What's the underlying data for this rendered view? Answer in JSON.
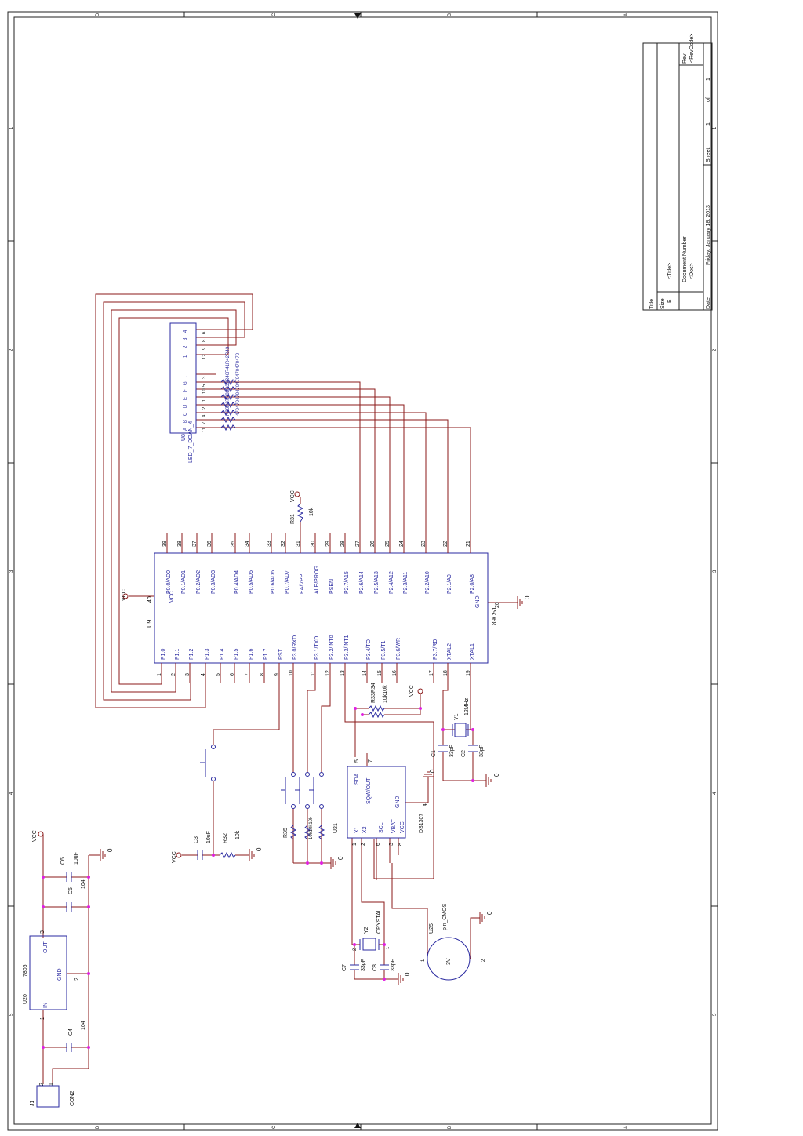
{
  "zones": {
    "cols": [
      "D",
      "C",
      "B",
      "A"
    ],
    "rows": [
      "1",
      "2",
      "3",
      "4",
      "5"
    ]
  },
  "title_block": {
    "title_label": "Title",
    "title": "<Title>",
    "size_label": "Size",
    "size": "B",
    "doc_label": "Document Number",
    "doc": "<Doc>",
    "rev_label": "Rev",
    "rev": "<RevCode>",
    "date_label": "Date:",
    "date": "Friday, January 18, 2013",
    "sheet_label": "Sheet",
    "sheet": "1",
    "of": "of",
    "sheet_total": "1"
  },
  "u9": {
    "ref": "U9",
    "part": "89C51",
    "vcc_label": "VCC",
    "vcc_pin": "40",
    "gnd_label": "GND",
    "gnd_pin": "20",
    "vcc_net": "VCC",
    "gnd_net": "0",
    "top_pins": [
      {
        "num": "39",
        "label": "P0.0/AD0"
      },
      {
        "num": "38",
        "label": "P0.1/AD1"
      },
      {
        "num": "37",
        "label": "P0.2/AD2"
      },
      {
        "num": "36",
        "label": "P0.3/AD3"
      },
      {
        "num": "35",
        "label": "P0.4/AD4"
      },
      {
        "num": "34",
        "label": "P0.5/AD5"
      },
      {
        "num": "33",
        "label": "P0.6/AD6"
      },
      {
        "num": "32",
        "label": "P0.7/AD7"
      },
      {
        "num": "31",
        "label": "EA/VPP"
      },
      {
        "num": "30",
        "label": "ALE/PROG"
      },
      {
        "num": "29",
        "label": "PSEN"
      },
      {
        "num": "28",
        "label": "P2.7/A15"
      },
      {
        "num": "27",
        "label": "P2.6/A14"
      },
      {
        "num": "26",
        "label": "P2.5/A13"
      },
      {
        "num": "25",
        "label": "P2.4/A12"
      },
      {
        "num": "24",
        "label": "P2.3/A11"
      },
      {
        "num": "23",
        "label": "P2.2/A10"
      },
      {
        "num": "22",
        "label": "P2.1/A9"
      },
      {
        "num": "21",
        "label": "P2.0/A8"
      }
    ],
    "bottom_pins": [
      {
        "num": "1",
        "label": "P1.0"
      },
      {
        "num": "2",
        "label": "P1.1"
      },
      {
        "num": "3",
        "label": "P1.2"
      },
      {
        "num": "4",
        "label": "P1.3"
      },
      {
        "num": "5",
        "label": "P1.4"
      },
      {
        "num": "6",
        "label": "P1.5"
      },
      {
        "num": "7",
        "label": "P1.6"
      },
      {
        "num": "8",
        "label": "P1.7"
      },
      {
        "num": "9",
        "label": "RST"
      },
      {
        "num": "10",
        "label": "P3.0/RXD"
      },
      {
        "num": "11",
        "label": "P3.1/TXD"
      },
      {
        "num": "12",
        "label": "P3.2/INT0"
      },
      {
        "num": "13",
        "label": "P3.3/INT1"
      },
      {
        "num": "14",
        "label": "P3.4/TO"
      },
      {
        "num": "15",
        "label": "P3.5/T1"
      },
      {
        "num": "16",
        "label": "P3.6/WR"
      },
      {
        "num": "17",
        "label": "P3.7/RD"
      },
      {
        "num": "18",
        "label": "XTAL2"
      },
      {
        "num": "19",
        "label": "XTAL1"
      }
    ]
  },
  "u8": {
    "ref": "U8",
    "part": "LED_7_DOAN_4",
    "digit_pins": [
      {
        "num": "6",
        "label": "4"
      },
      {
        "num": "8",
        "label": "3"
      },
      {
        "num": "9",
        "label": "2"
      },
      {
        "num": "12",
        "label": "1"
      }
    ],
    "seg_pins": [
      {
        "num": "3",
        "label": "."
      },
      {
        "num": "5",
        "label": "G"
      },
      {
        "num": "10",
        "label": "F"
      },
      {
        "num": "1",
        "label": "E"
      },
      {
        "num": "2",
        "label": "D"
      },
      {
        "num": "4",
        "label": "C"
      },
      {
        "num": "7",
        "label": "B"
      },
      {
        "num": "11",
        "label": "A"
      }
    ],
    "resistor_labels": "R36R37R38R39R40R41R42R43",
    "resistor_values": "470470470470470470470470"
  },
  "r31": {
    "ref": "R31",
    "value": "10k",
    "net": "VCC"
  },
  "r33_34": {
    "ref": "R33R34",
    "value": "10k10k",
    "net": "VCC"
  },
  "y1": {
    "ref": "Y1",
    "value": "12MHz"
  },
  "c1": {
    "ref": "C1",
    "value": "33pF"
  },
  "c2": {
    "ref": "C2",
    "value": "33pF"
  },
  "xtal_gnd": "0",
  "ds1307": {
    "part": "DS1307",
    "pins": [
      {
        "num": "5",
        "label": "SDA"
      },
      {
        "num": "7",
        "label": "SQW/OUT"
      },
      {
        "num": "4",
        "label": "GND"
      },
      {
        "num": "1",
        "label": "X1"
      },
      {
        "num": "2",
        "label": "X2"
      },
      {
        "num": "6",
        "label": "SCL"
      },
      {
        "num": "3",
        "label": "VBAT"
      },
      {
        "num": "8",
        "label": "VCC"
      }
    ],
    "gnd_net": "0"
  },
  "buttons_resistors": {
    "labels": "R35",
    "values": "10k10k10k",
    "extra": "U21",
    "gnd": "0"
  },
  "reset": {
    "c3_ref": "C3",
    "c3_value": "10uF",
    "r32_ref": "R32",
    "r32_value": "10k",
    "vcc": "VCC",
    "gnd": "0"
  },
  "y2": {
    "ref": "Y2",
    "value": "CRYSTAL",
    "pin1": "1",
    "pin2": "2"
  },
  "c7": {
    "ref": "C7",
    "value": "33pF"
  },
  "c8": {
    "ref": "C8",
    "value": "33pF"
  },
  "y2_gnd": "0",
  "battery": {
    "ref": "U25",
    "part": "pin_CMOS",
    "value": "3V",
    "pin1": "1",
    "pin2": "2",
    "gnd": "0"
  },
  "power": {
    "u20_ref": "U20",
    "u20_part": "7805",
    "in_label": "IN",
    "gnd_label": "GND",
    "out_label": "OUT",
    "in_pin": "1",
    "gnd_pin": "2",
    "out_pin": "3",
    "c6_ref": "C6",
    "c6_value": "10uF",
    "c5_ref": "C5",
    "c5_value": "104",
    "c4_ref": "C4",
    "c4_value": "104",
    "vcc": "VCC",
    "gnd": "0",
    "j1_ref": "J1",
    "j1_part": "CON2",
    "j1_pin1": "1",
    "j1_pin2": "2"
  }
}
